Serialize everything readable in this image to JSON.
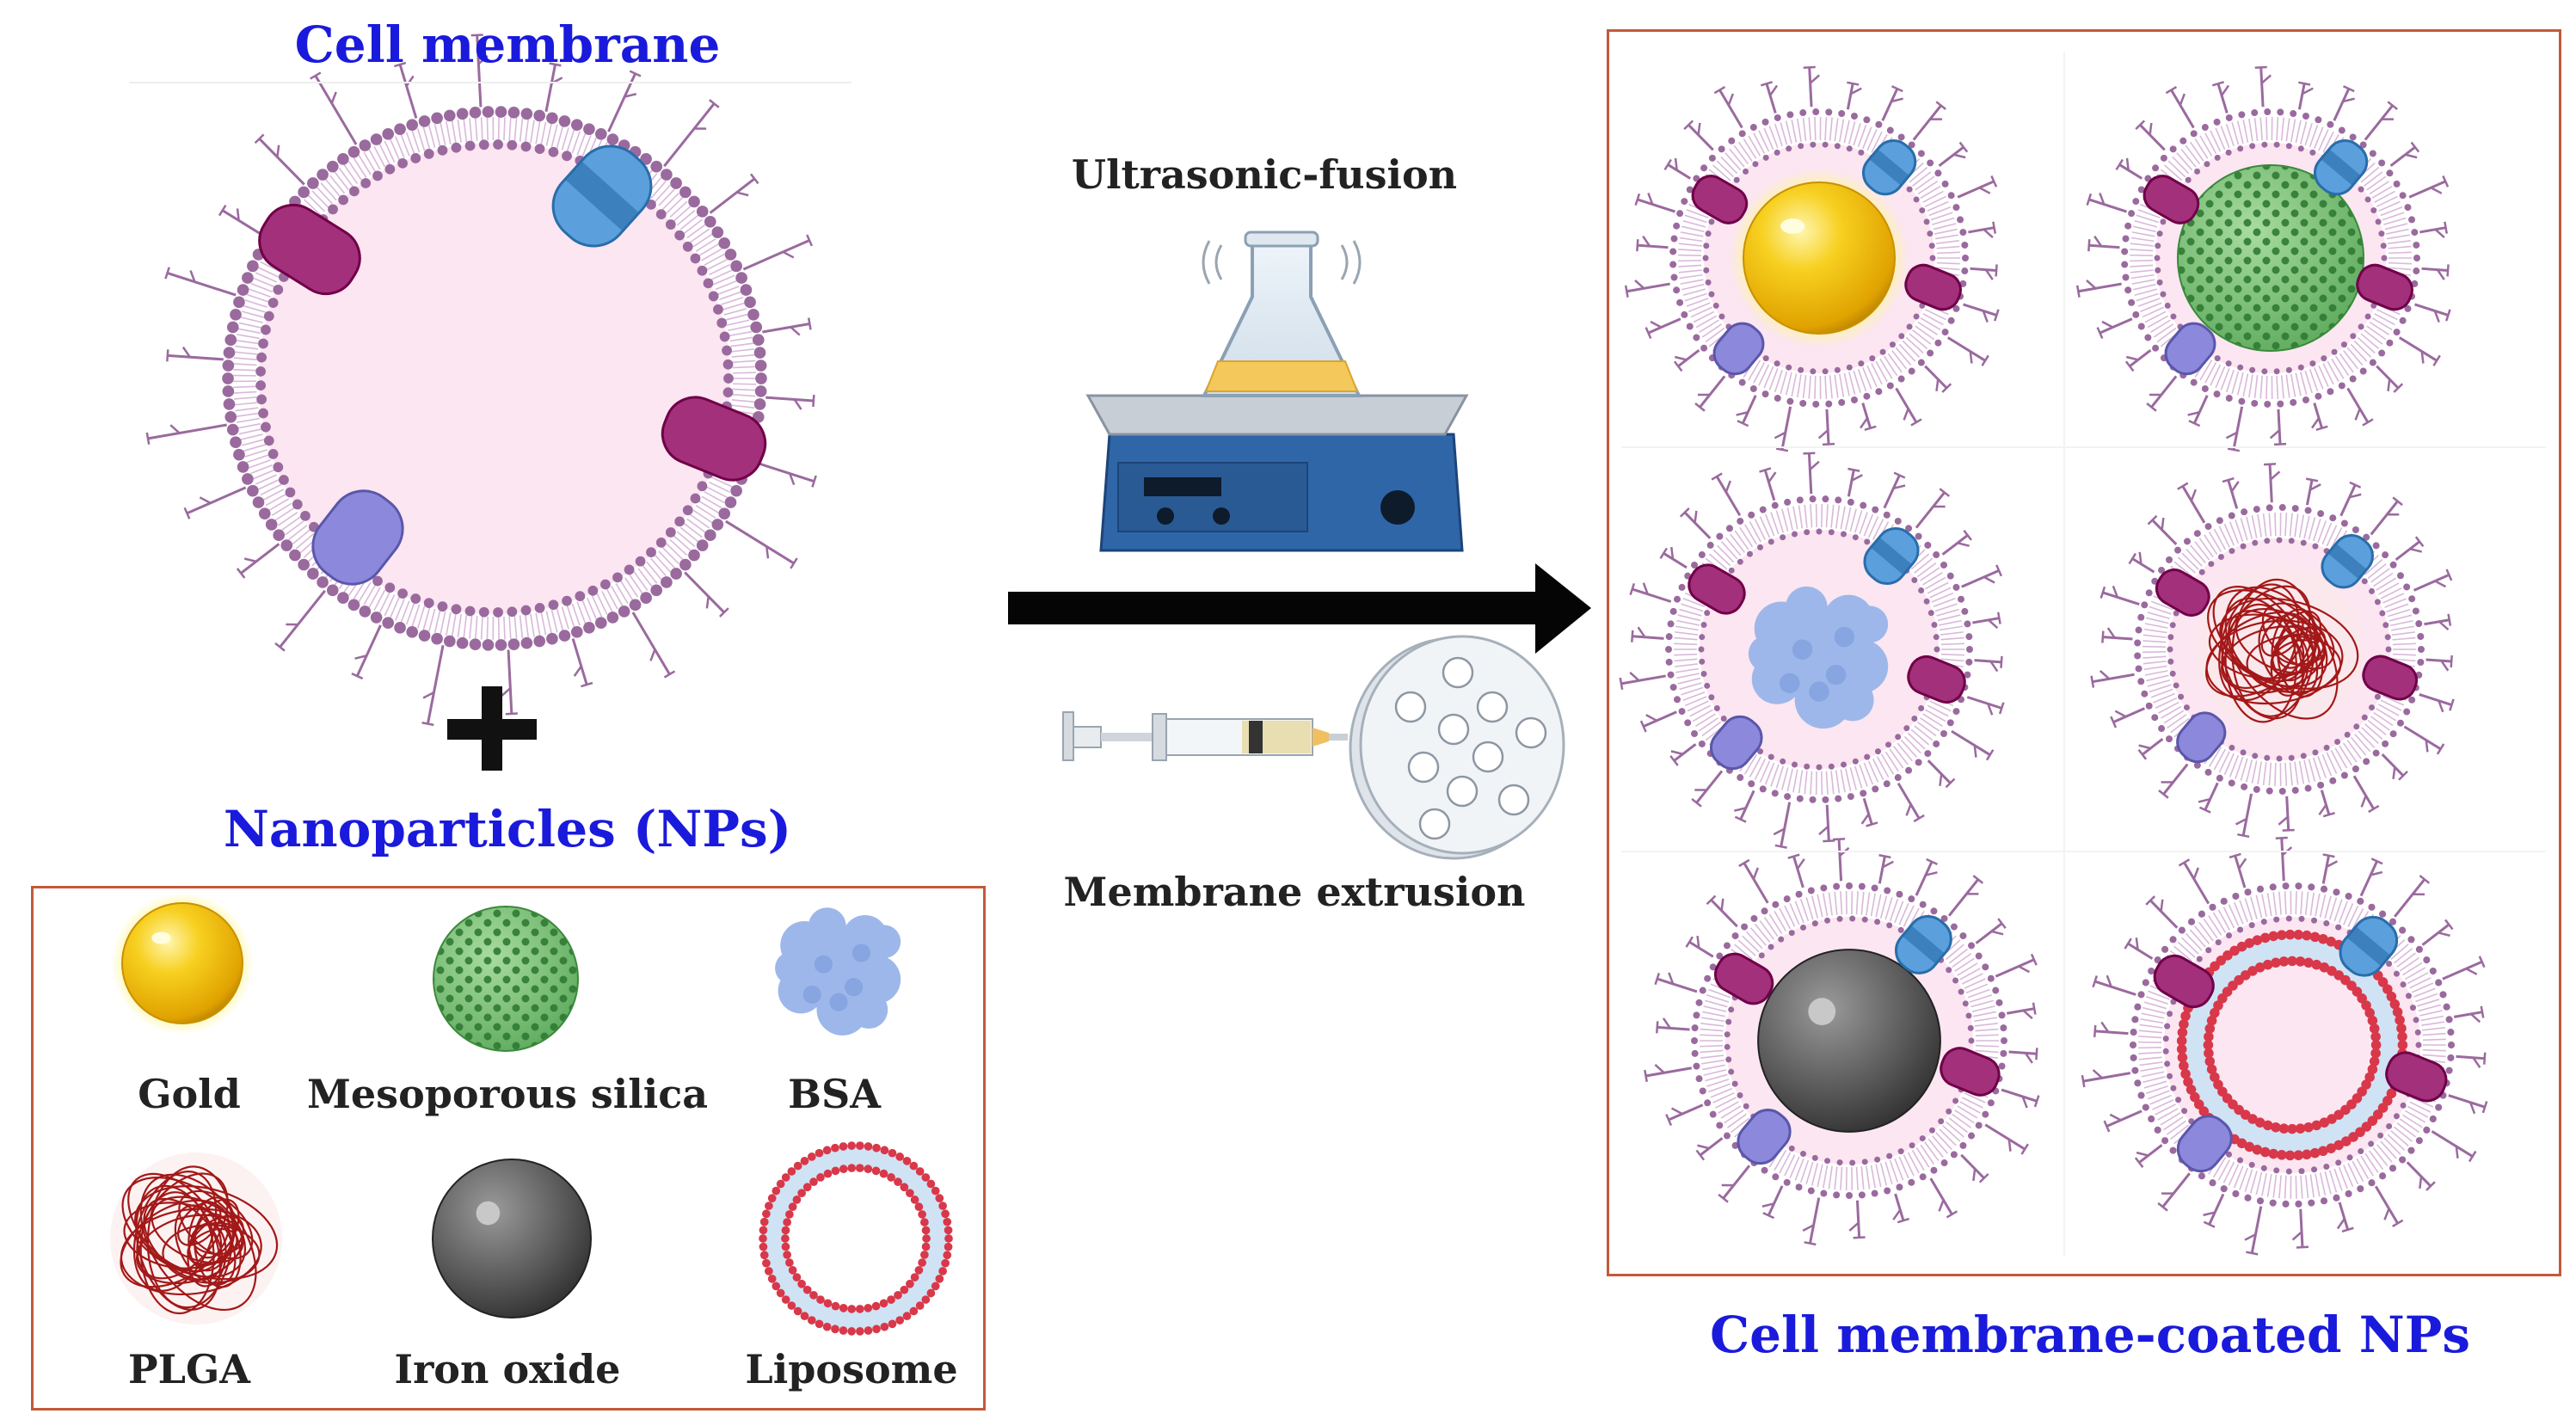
{
  "title_cell_membrane": "Cell membrane",
  "title_nanoparticles": "Nanoparticles (NPs)",
  "title_coated": "Cell membrane-coated NPs",
  "method_top": "Ultrasonic-fusion",
  "method_bottom": "Membrane extrusion",
  "nanoparticles": [
    {
      "label": "Gold",
      "icon": "gold-sphere-icon"
    },
    {
      "label": "Mesoporous silica",
      "icon": "mesoporous-silica-sphere-icon"
    },
    {
      "label": "BSA",
      "icon": "bsa-protein-icon"
    },
    {
      "label": "PLGA",
      "icon": "plga-polymer-icon"
    },
    {
      "label": "Iron oxide",
      "icon": "iron-oxide-sphere-icon"
    },
    {
      "label": "Liposome",
      "icon": "liposome-icon"
    }
  ],
  "colors": {
    "label_blue": "#1a1adc",
    "box_border": "#c25a3a",
    "membrane_purple": "#9a6a9e",
    "membrane_fill": "#fbe6f1",
    "gold": "#f2b400",
    "silica_green": "#4aa84a",
    "bsa_blue": "#9db7ea",
    "plga_red": "#a31818",
    "iron_gray": "#5a5a5a",
    "liposome_red": "#d8384a",
    "protein_magenta": "#a2307a",
    "protein_blue": "#5b9fdc",
    "protein_violet": "#8c88dc"
  }
}
